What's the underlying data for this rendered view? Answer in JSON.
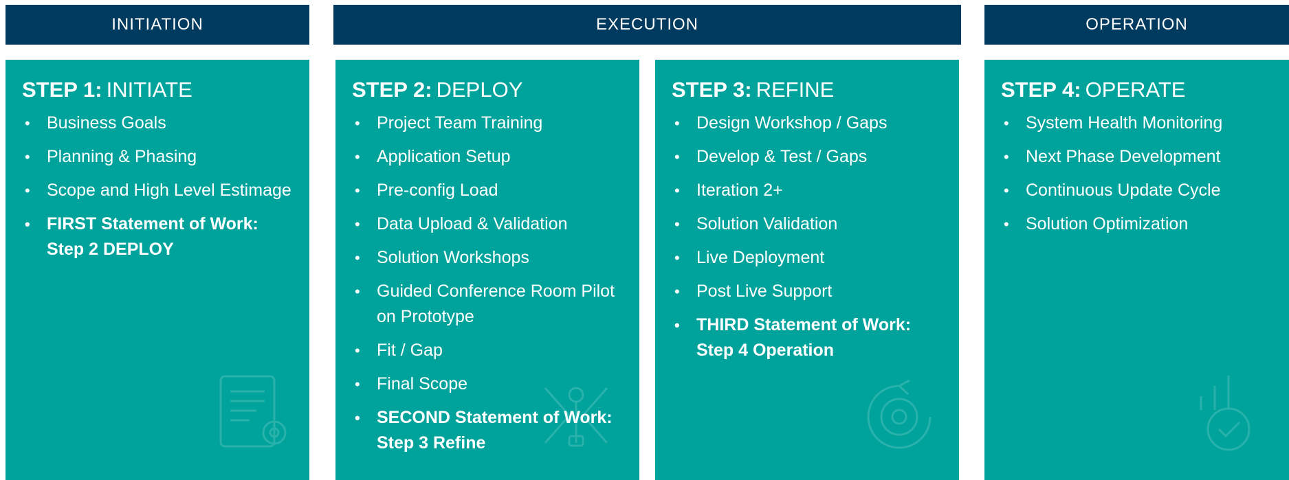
{
  "phases": {
    "initiation": "INITIATION",
    "execution": "EXECUTION",
    "operation": "OPERATION"
  },
  "steps": [
    {
      "label": "STEP 1:",
      "name": "INITIATE",
      "items": [
        {
          "text": "Business Goals",
          "bold": false
        },
        {
          "text": "Planning & Phasing",
          "bold": false
        },
        {
          "text": "Scope and High Level Estimage",
          "bold": false
        },
        {
          "text": "FIRST Statement of Work: Step 2 DEPLOY",
          "bold": true
        }
      ],
      "icon": "document-gear-icon"
    },
    {
      "label": "STEP 2:",
      "name": "DEPLOY",
      "items": [
        {
          "text": "Project Team Training",
          "bold": false
        },
        {
          "text": "Application Setup",
          "bold": false
        },
        {
          "text": "Pre-config Load",
          "bold": false
        },
        {
          "text": "Data Upload & Validation",
          "bold": false
        },
        {
          "text": "Solution Workshops",
          "bold": false
        },
        {
          "text": "Guided Conference Room Pilot on Prototype",
          "bold": false
        },
        {
          "text": "Fit / Gap",
          "bold": false
        },
        {
          "text": "Final Scope",
          "bold": false
        },
        {
          "text": "SECOND Statement of Work: Step 3 Refine",
          "bold": true
        }
      ],
      "icon": "tools-code-icon"
    },
    {
      "label": "STEP 3:",
      "name": "REFINE",
      "items": [
        {
          "text": "Design Workshop / Gaps",
          "bold": false
        },
        {
          "text": "Develop & Test / Gaps",
          "bold": false
        },
        {
          "text": "Iteration 2+",
          "bold": false
        },
        {
          "text": "Solution Validation",
          "bold": false
        },
        {
          "text": "Live Deployment",
          "bold": false
        },
        {
          "text": "Post Live Support",
          "bold": false
        },
        {
          "text": "THIRD Statement of Work: Step 4 Operation",
          "bold": true
        }
      ],
      "icon": "gear-cycle-icon"
    },
    {
      "label": "STEP 4:",
      "name": "OPERATE",
      "items": [
        {
          "text": "System Health Monitoring",
          "bold": false
        },
        {
          "text": "Next Phase Development",
          "bold": false
        },
        {
          "text": "Continuous Update Cycle",
          "bold": false
        },
        {
          "text": "Solution Optimization",
          "bold": false
        }
      ],
      "icon": "chart-gear-check-icon"
    }
  ],
  "colors": {
    "header_bg": "#003a5e",
    "card_bg": "#00a39b",
    "text": "#ffffff"
  }
}
